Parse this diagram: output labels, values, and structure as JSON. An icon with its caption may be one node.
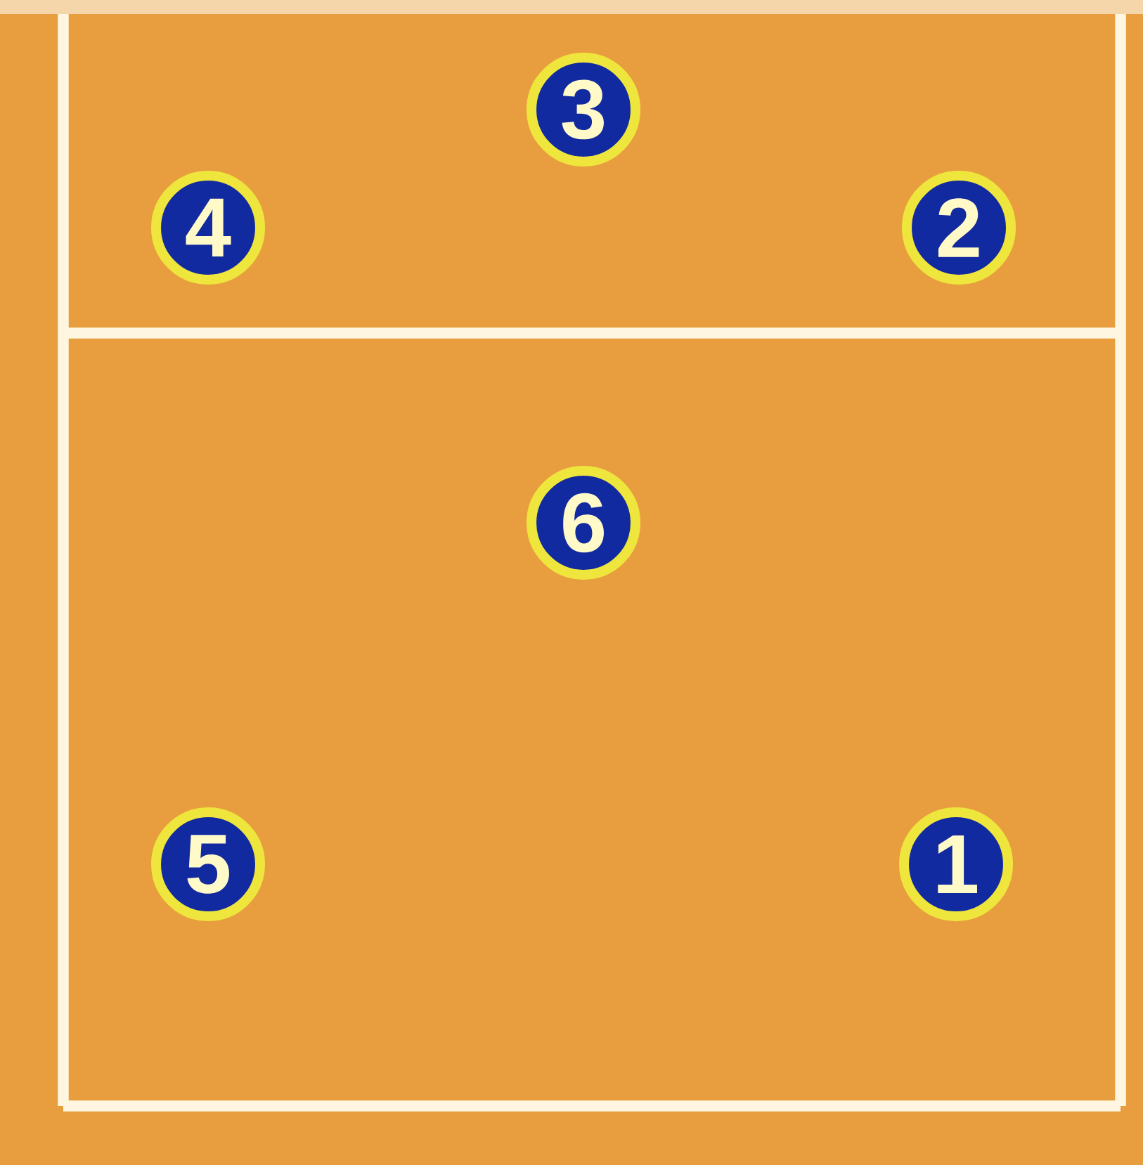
{
  "diagram": {
    "nodes": [
      {
        "text": [
          "3"
        ]
      },
      {
        "text": [
          "4"
        ]
      },
      {
        "text": [
          "2"
        ]
      },
      {
        "text": [
          "6"
        ]
      },
      {
        "text": [
          "5"
        ]
      },
      {
        "text": [
          "1"
        ]
      }
    ]
  }
}
